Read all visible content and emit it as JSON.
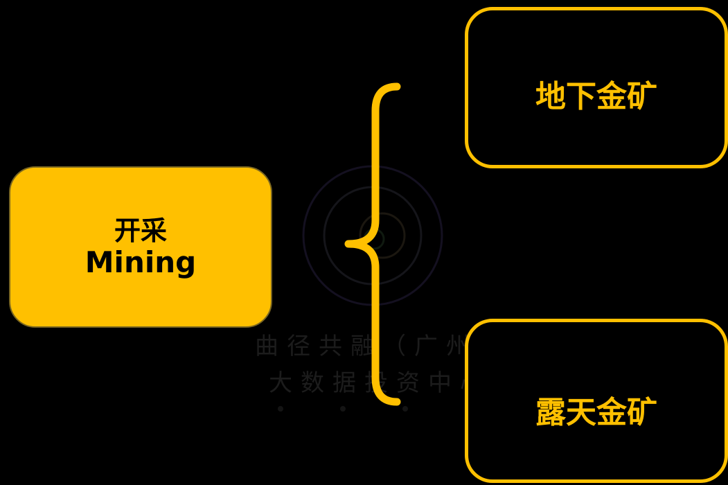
{
  "root": {
    "label_cn": "开采",
    "label_en": "Mining"
  },
  "children": [
    {
      "label": "地下金矿"
    },
    {
      "label": "露天金矿"
    }
  ],
  "watermark": {
    "line1": "曲径共融（广州）",
    "line2": "大数据投资中心"
  },
  "colors": {
    "accent": "#FFC000",
    "background": "#000000",
    "text_dark": "#000000"
  }
}
